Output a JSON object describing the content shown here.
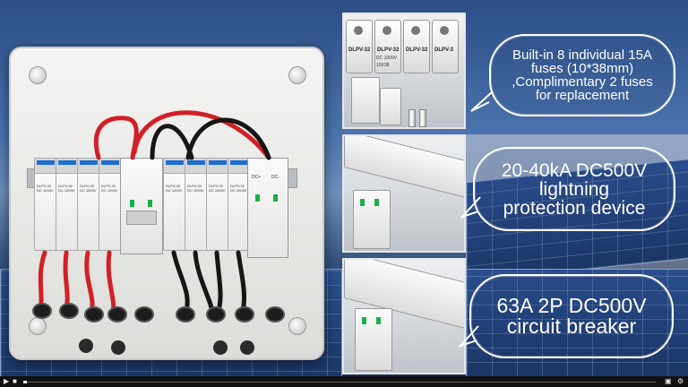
{
  "bubbles": {
    "fuses": [
      "Built-in 8 individual 15A",
      "fuses (10*38mm)",
      ",Complimentary 2 fuses",
      "for replacement"
    ],
    "spd": [
      "20-40kA DC500V",
      "lightning",
      "protection device"
    ],
    "breaker": [
      "63A 2P DC500V",
      "circuit breaker"
    ]
  },
  "modules": {
    "left": [
      "DLPV-32",
      "DLPV-32",
      "DLPV-32",
      "DLPV-32"
    ],
    "right": [
      "DLPV-32",
      "DLPV-32",
      "DLPV-32",
      "DLPV-32"
    ],
    "rating": "DC 1000V"
  },
  "fuse_holders": [
    "DLPV-32",
    "DLPV-32",
    "DLPV-32",
    "DLPV-3"
  ],
  "fuse_holder_rating": "DC 1000V",
  "fuse_holder_size": "10X38",
  "spd_labels": [
    "DC+",
    "DC-"
  ],
  "player": {
    "play_icon": "play-icon",
    "volume_icon": "volume-icon",
    "fullscreen_icon": "fullscreen-icon",
    "progress_fraction": 0.005
  },
  "colors": {
    "bubble_border": "#ffffff",
    "wire_red": "#d21f26",
    "wire_black": "#161616"
  }
}
